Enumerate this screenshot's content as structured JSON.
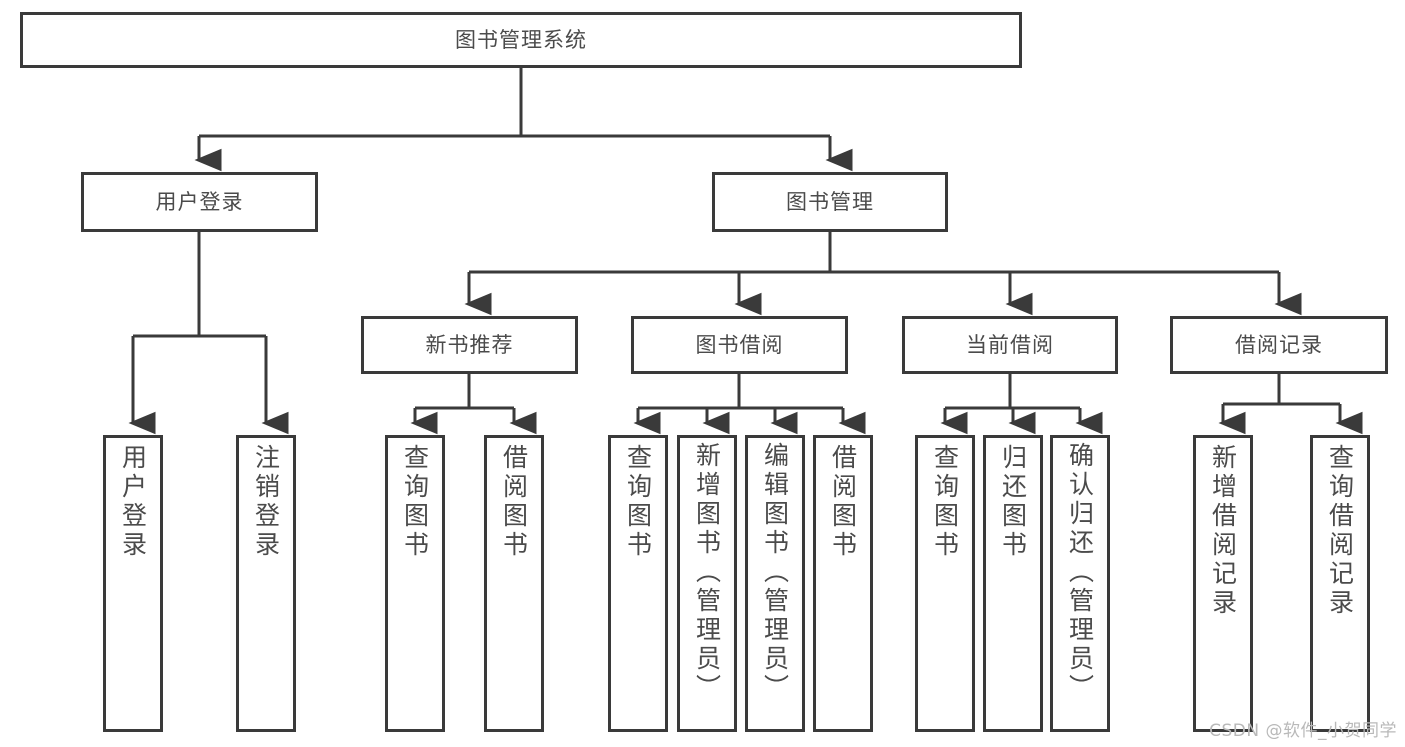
{
  "diagram": {
    "title": "图书管理系统",
    "type": "function-decomposition-tree",
    "colors": {
      "border": "#3a3a3a",
      "text": "#4b4b4b",
      "background": "#ffffff",
      "watermark": "#b9b9b9"
    },
    "root": {
      "label": "图书管理系统"
    },
    "level1": [
      {
        "label": "用户登录"
      },
      {
        "label": "图书管理"
      }
    ],
    "level2": [
      {
        "label": "新书推荐"
      },
      {
        "label": "图书借阅"
      },
      {
        "label": "当前借阅"
      },
      {
        "label": "借阅记录"
      }
    ],
    "leaves": {
      "user_login": [
        {
          "label": "用户登录"
        },
        {
          "label": "注销登录"
        }
      ],
      "new_book_recommend": [
        {
          "label": "查询图书"
        },
        {
          "label": "借阅图书"
        }
      ],
      "book_borrow": [
        {
          "label": "查询图书"
        },
        {
          "label": "新增图书（管理员）"
        },
        {
          "label": "编辑图书（管理员）"
        },
        {
          "label": "借阅图书"
        }
      ],
      "current_borrow": [
        {
          "label": "查询图书"
        },
        {
          "label": "归还图书"
        },
        {
          "label": "确认归还（管理员）"
        }
      ],
      "borrow_record": [
        {
          "label": "新增借阅记录"
        },
        {
          "label": "查询借阅记录"
        }
      ]
    }
  },
  "watermark": {
    "text": "CSDN @软件_小贺同学"
  }
}
